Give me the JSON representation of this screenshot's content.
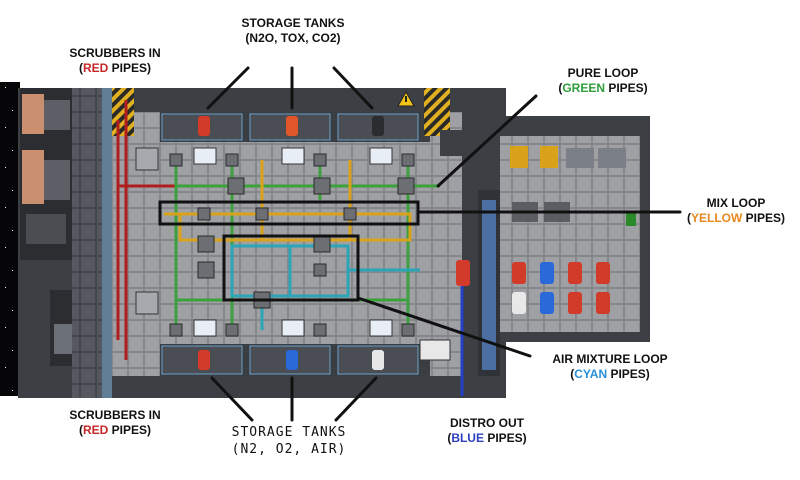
{
  "labels": {
    "storage_top": {
      "line1": "STORAGE TANKS",
      "line2": "(N2O, TOX, CO2)"
    },
    "scrubbers_top": {
      "line1": "SCRUBBERS IN",
      "open": "(",
      "color_word": "RED",
      "rest": " PIPES)"
    },
    "pure_loop": {
      "line1": "PURE LOOP",
      "open": "(",
      "color_word": "GREEN",
      "rest": " PIPES)"
    },
    "mix_loop": {
      "line1": "MIX LOOP",
      "open": "(",
      "color_word": "YELLOW",
      "rest": " PIPES)"
    },
    "air_mixture": {
      "line1": "AIR MIXTURE LOOP",
      "open": "(",
      "color_word": "CYAN",
      "rest": " PIPES)"
    },
    "scrubbers_bottom": {
      "line1": "SCRUBBERS IN",
      "open": "(",
      "color_word": "RED",
      "rest": " PIPES)"
    },
    "storage_bottom": {
      "line1": "STORAGE TANKS",
      "line2": "(N2, O2, AIR)"
    },
    "distro_out": {
      "line1": "DISTRO OUT",
      "open": "(",
      "color_word": "BLUE",
      "rest": " PIPES)"
    }
  },
  "colors": {
    "scrubber_pipe": "#b01e1e",
    "pure_pipe": "#3aa23a",
    "mix_pipe": "#d9a21a",
    "air_pipe": "#2aa6b8",
    "distro_pipe": "#2440c8",
    "floor": "#9a9ca0",
    "wall": "#3c3f44",
    "space": "#050507"
  },
  "icons": [
    "warning-sign-icon",
    "canister-icon",
    "gas-tank-icon",
    "pump-icon",
    "console-icon",
    "vent-icon"
  ]
}
